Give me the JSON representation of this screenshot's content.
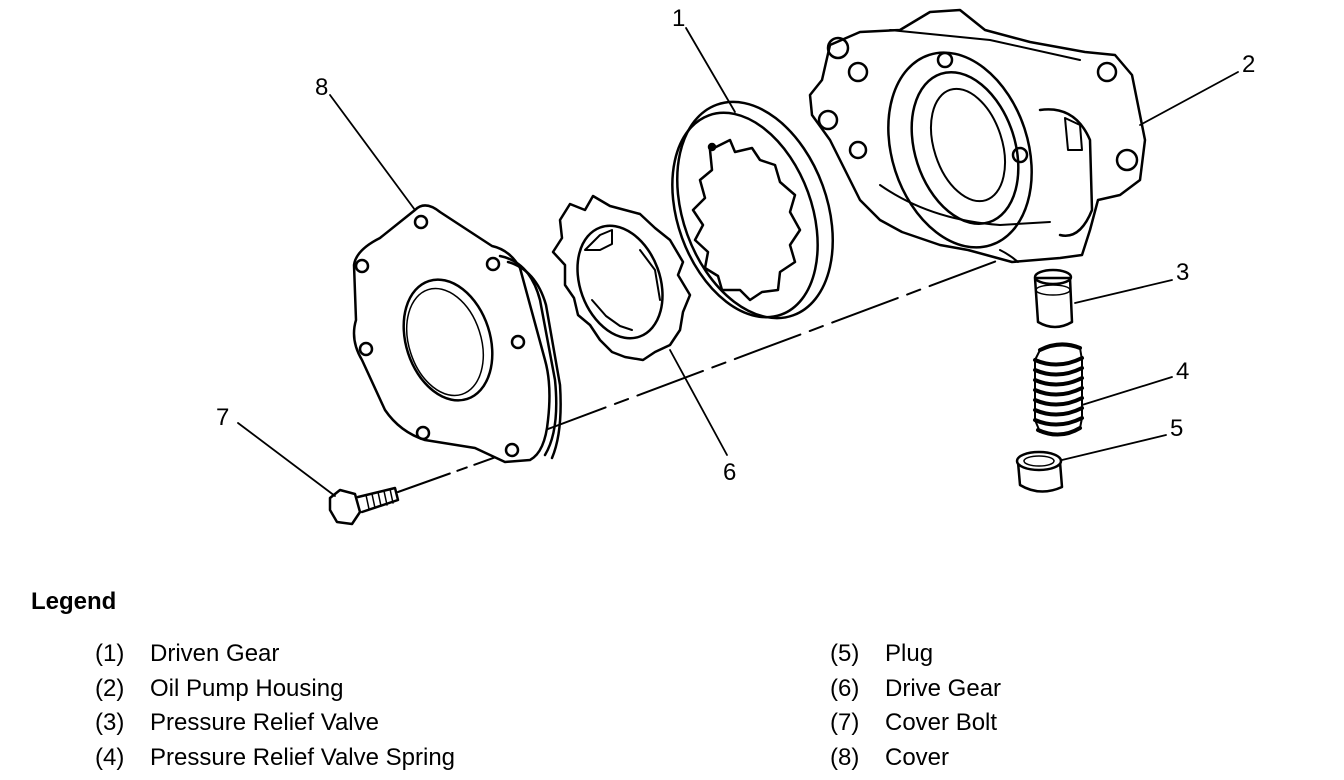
{
  "callouts": {
    "n1": "1",
    "n2": "2",
    "n3": "3",
    "n4": "4",
    "n5": "5",
    "n6": "6",
    "n7": "7",
    "n8": "8"
  },
  "legend": {
    "title": "Legend",
    "left": [
      {
        "num": "(1)",
        "label": "Driven Gear"
      },
      {
        "num": "(2)",
        "label": "Oil Pump Housing"
      },
      {
        "num": "(3)",
        "label": "Pressure Relief Valve"
      },
      {
        "num": "(4)",
        "label": "Pressure Relief Valve Spring"
      }
    ],
    "right": [
      {
        "num": "(5)",
        "label": "Plug"
      },
      {
        "num": "(6)",
        "label": "Drive Gear"
      },
      {
        "num": "(7)",
        "label": "Cover Bolt"
      },
      {
        "num": "(8)",
        "label": "Cover"
      }
    ]
  }
}
